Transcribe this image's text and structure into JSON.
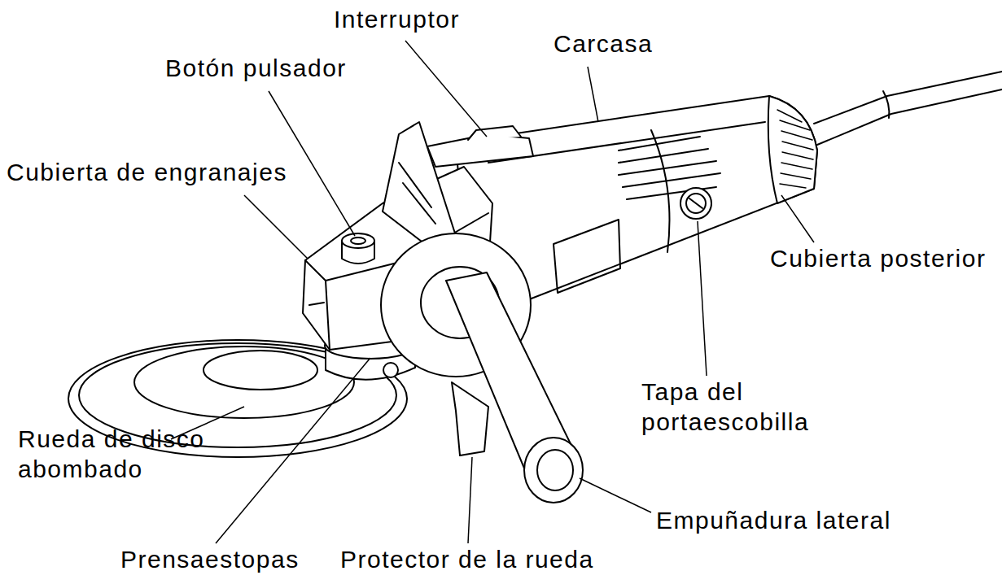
{
  "diagram": {
    "labels": [
      "Interruptor",
      "Carcasa",
      "Botón pulsador",
      "Cubierta de engranajes",
      "Cubierta posterior",
      "Tapa del portaescobilla",
      "Rueda de disco abombado",
      "Empuñadura lateral",
      "Prensaestopas",
      "Protector de la rueda"
    ]
  }
}
